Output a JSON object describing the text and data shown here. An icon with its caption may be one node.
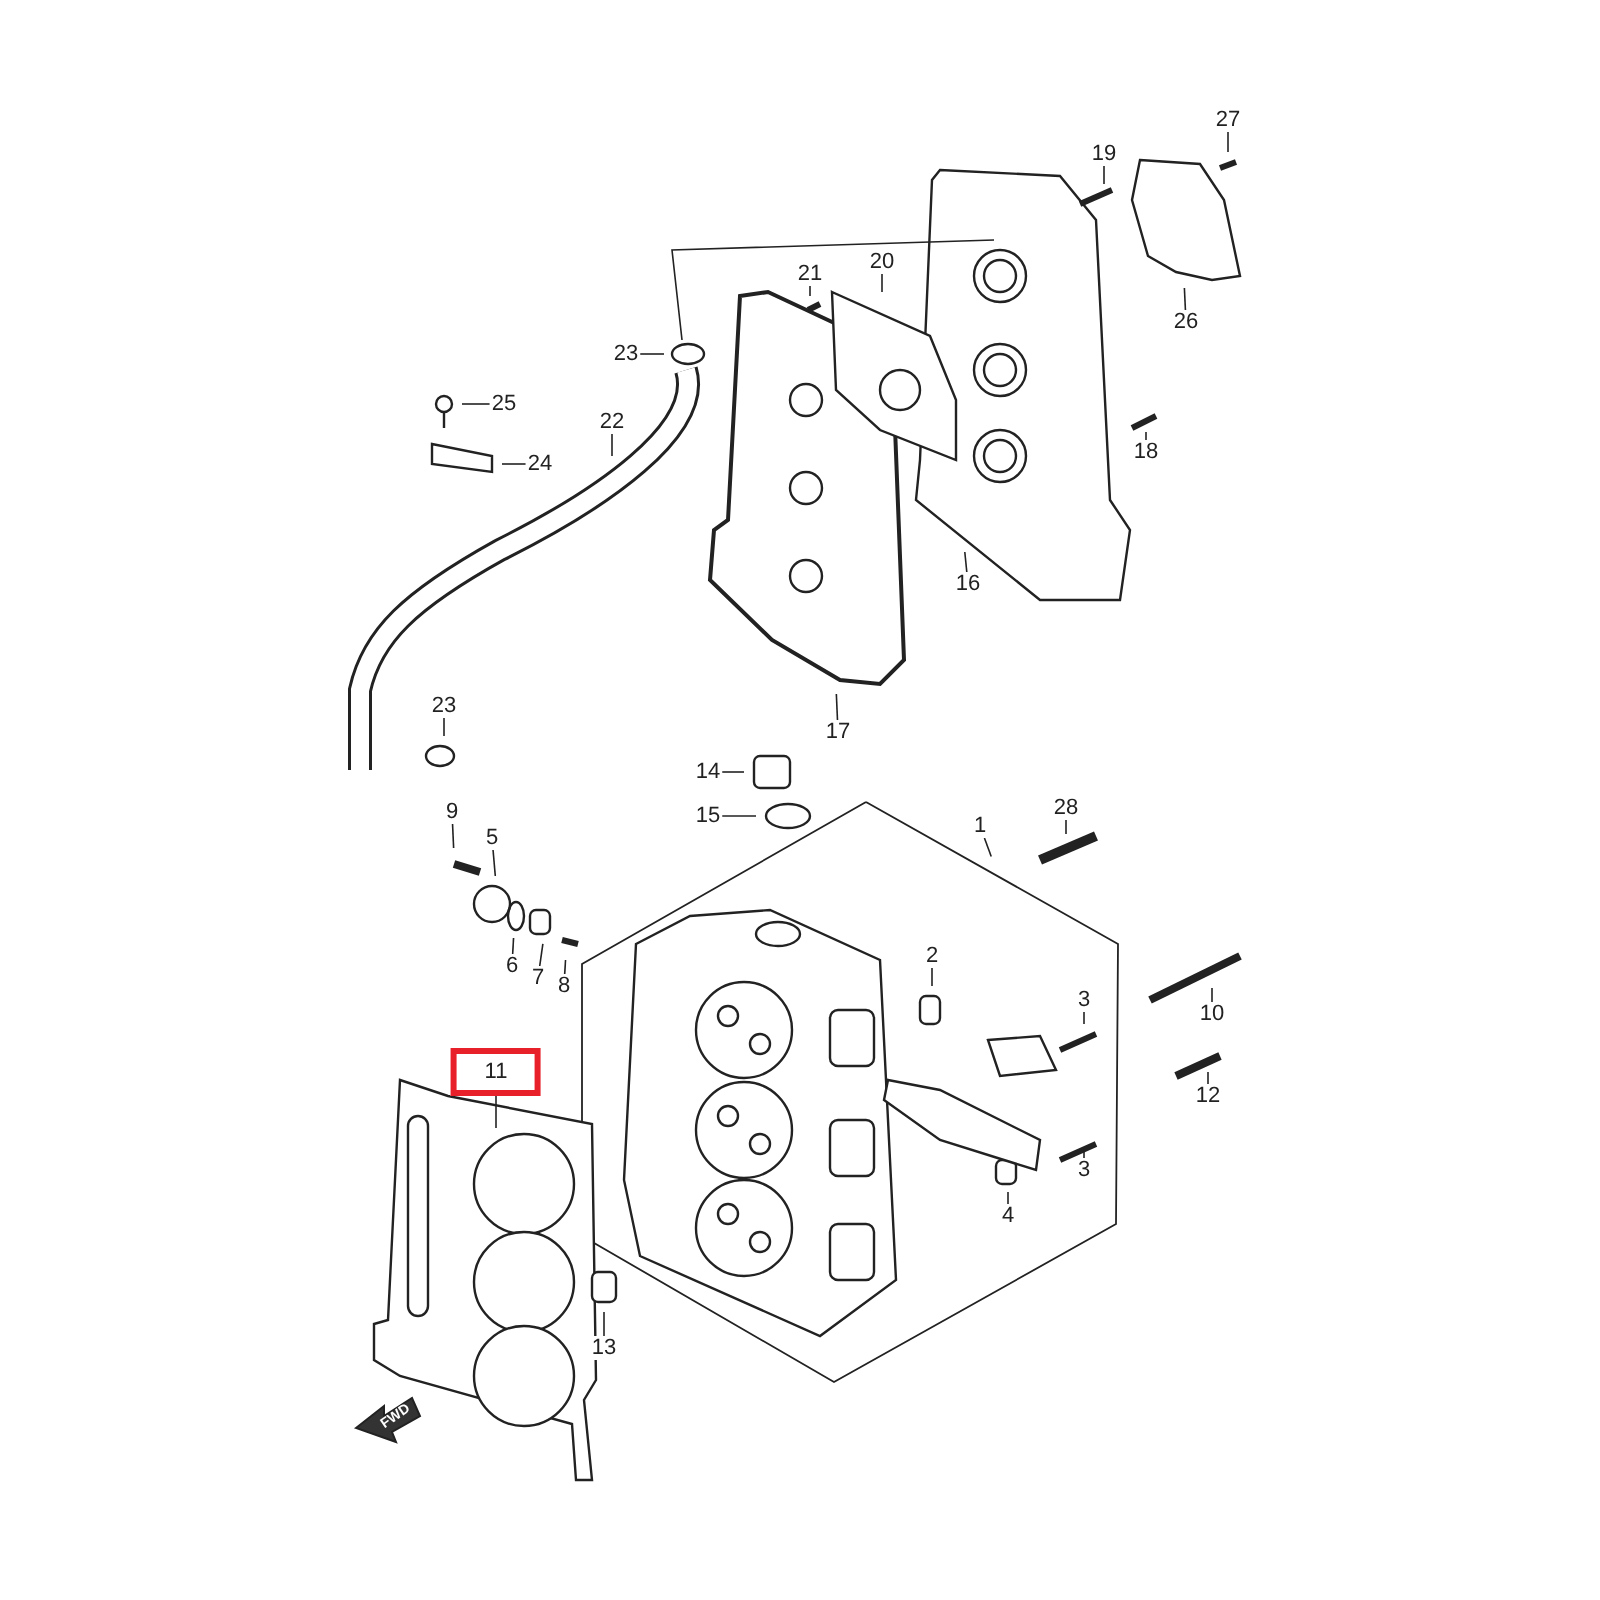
{
  "diagram": {
    "nodes": [
      {
        "text": [
          "1"
        ]
      },
      {
        "text": [
          "2"
        ]
      },
      {
        "text": [
          "3"
        ]
      },
      {
        "text": [
          "3"
        ]
      },
      {
        "text": [
          "4"
        ]
      },
      {
        "text": [
          "5"
        ]
      },
      {
        "text": [
          "6"
        ]
      },
      {
        "text": [
          "7"
        ]
      },
      {
        "text": [
          "8"
        ]
      },
      {
        "text": [
          "9"
        ]
      },
      {
        "text": [
          "10"
        ]
      },
      {
        "text": [
          "11"
        ]
      },
      {
        "text": [
          "12"
        ]
      },
      {
        "text": [
          "13"
        ]
      },
      {
        "text": [
          "14"
        ]
      },
      {
        "text": [
          "15"
        ]
      },
      {
        "text": [
          "16"
        ]
      },
      {
        "text": [
          "17"
        ]
      },
      {
        "text": [
          "18"
        ]
      },
      {
        "text": [
          "19"
        ]
      },
      {
        "text": [
          "20"
        ]
      },
      {
        "text": [
          "21"
        ]
      },
      {
        "text": [
          "22"
        ]
      },
      {
        "text": [
          "23"
        ]
      },
      {
        "text": [
          "24"
        ]
      },
      {
        "text": [
          "25"
        ]
      },
      {
        "text": [
          "26"
        ]
      },
      {
        "text": [
          "27"
        ]
      },
      {
        "text": [
          "28"
        ]
      },
      {
        "text": [
          "23"
        ]
      }
    ],
    "edges": [
      {
        "from": 0,
        "to": null,
        "arrow": "none"
      },
      {
        "from": 1,
        "to": null,
        "arrow": "none"
      },
      {
        "from": 2,
        "to": null,
        "arrow": "none"
      },
      {
        "from": 3,
        "to": null,
        "arrow": "none"
      },
      {
        "from": 4,
        "to": null,
        "arrow": "none"
      },
      {
        "from": 5,
        "to": null,
        "arrow": "none"
      },
      {
        "from": 6,
        "to": null,
        "arrow": "none"
      },
      {
        "from": 7,
        "to": null,
        "arrow": "none"
      },
      {
        "from": 8,
        "to": null,
        "arrow": "none"
      },
      {
        "from": 9,
        "to": null,
        "arrow": "none"
      },
      {
        "from": 10,
        "to": null,
        "arrow": "none"
      },
      {
        "from": 11,
        "to": null,
        "arrow": "none"
      },
      {
        "from": 12,
        "to": null,
        "arrow": "none"
      },
      {
        "from": 13,
        "to": null,
        "arrow": "none"
      },
      {
        "from": 14,
        "to": null,
        "arrow": "none"
      },
      {
        "from": 15,
        "to": null,
        "arrow": "none"
      },
      {
        "from": 16,
        "to": null,
        "arrow": "none"
      },
      {
        "from": 17,
        "to": null,
        "arrow": "none"
      },
      {
        "from": 18,
        "to": null,
        "arrow": "none"
      },
      {
        "from": 19,
        "to": null,
        "arrow": "none"
      },
      {
        "from": 20,
        "to": null,
        "arrow": "none"
      },
      {
        "from": 21,
        "to": null,
        "arrow": "none"
      },
      {
        "from": 22,
        "to": null,
        "arrow": "none"
      },
      {
        "from": 23,
        "to": null,
        "arrow": "none"
      },
      {
        "from": 24,
        "to": null,
        "arrow": "none"
      },
      {
        "from": 25,
        "to": null,
        "arrow": "none"
      },
      {
        "from": 26,
        "to": null,
        "arrow": "none"
      },
      {
        "from": 27,
        "to": null,
        "arrow": "none"
      },
      {
        "from": 28,
        "to": null,
        "arrow": "none"
      },
      {
        "from": 29,
        "to": null,
        "arrow": "none"
      }
    ],
    "labels": [
      "FWD"
    ]
  }
}
